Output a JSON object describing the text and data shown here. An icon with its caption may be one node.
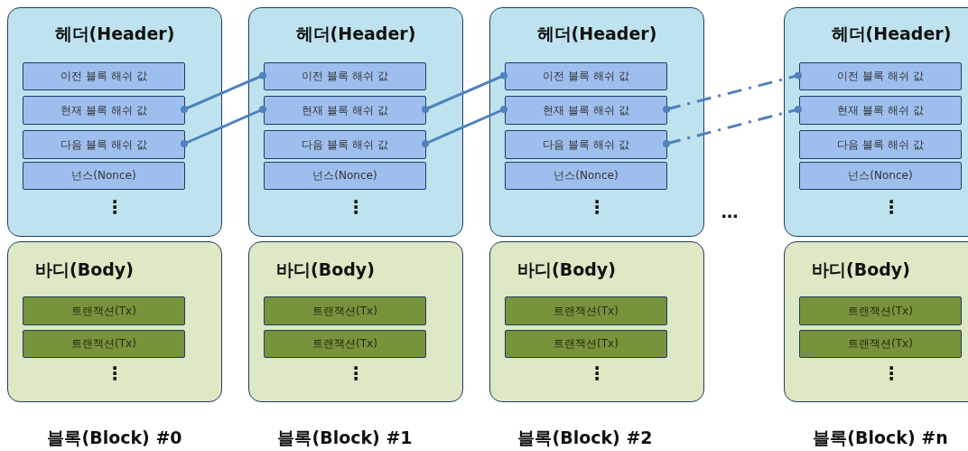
{
  "diagram": {
    "nodes": [
      {
        "text": [
          "헤더(Header)",
          "⋮"
        ]
      },
      {
        "text": [
          "이전 블록 해쉬 값"
        ],
        "in": 0
      },
      {
        "text": [
          "현재 블록 해쉬 값"
        ],
        "in": 0
      },
      {
        "text": [
          "다음 블록 해쉬 값"
        ],
        "in": 0
      },
      {
        "text": [
          "넌스(Nonce)"
        ],
        "in": 0
      },
      {
        "text": [
          "바디(Body)",
          "⋮"
        ]
      },
      {
        "text": [
          "트랜잭션(Tx)"
        ],
        "in": 5
      },
      {
        "text": [
          "트랜잭션(Tx)"
        ],
        "in": 5
      },
      {
        "text": [
          "헤더(Header)",
          "⋮"
        ]
      },
      {
        "text": [
          "이전 블록 해쉬 값"
        ],
        "in": 8
      },
      {
        "text": [
          "현재 블록 해쉬 값"
        ],
        "in": 8
      },
      {
        "text": [
          "다음 블록 해쉬 값"
        ],
        "in": 8
      },
      {
        "text": [
          "넌스(Nonce)"
        ],
        "in": 8
      },
      {
        "text": [
          "바디(Body)",
          "⋮"
        ]
      },
      {
        "text": [
          "트랜잭션(Tx)"
        ],
        "in": 13
      },
      {
        "text": [
          "트랜잭션(Tx)"
        ],
        "in": 13
      },
      {
        "text": [
          "헤더(Header)",
          "⋮"
        ]
      },
      {
        "text": [
          "이전 블록 해쉬 값"
        ],
        "in": 16
      },
      {
        "text": [
          "현재 블록 해쉬 값"
        ],
        "in": 16
      },
      {
        "text": [
          "다음 블록 해쉬 값"
        ],
        "in": 16
      },
      {
        "text": [
          "넌스(Nonce)"
        ],
        "in": 16
      },
      {
        "text": [
          "바디(Body)",
          "⋮"
        ]
      },
      {
        "text": [
          "트랜잭션(Tx)"
        ],
        "in": 21
      },
      {
        "text": [
          "트랜잭션(Tx)"
        ],
        "in": 21
      },
      {
        "text": [
          "헤더(Header)",
          "⋮"
        ]
      },
      {
        "text": [
          "이전 블록 해쉬 값"
        ],
        "in": 24
      },
      {
        "text": [
          "현재 블록 해쉬 값"
        ],
        "in": 24
      },
      {
        "text": [
          "다음 블록 해쉬 값"
        ],
        "in": 24
      },
      {
        "text": [
          "넌스(Nonce)"
        ],
        "in": 24
      },
      {
        "text": [
          "바디(Body)",
          "⋮"
        ]
      },
      {
        "text": [
          "트랜잭션(Tx)"
        ],
        "in": 29
      },
      {
        "text": [
          "트랜잭션(Tx)"
        ],
        "in": 29
      }
    ],
    "edges": [
      {
        "from": 2,
        "to": 9,
        "arrow": "other"
      },
      {
        "from": 3,
        "to": 10,
        "arrow": "other"
      },
      {
        "from": 10,
        "to": 17,
        "arrow": "other"
      },
      {
        "from": 11,
        "to": 18,
        "arrow": "other"
      },
      {
        "from": 18,
        "to": 25,
        "arrow": "other",
        "style": "dashed"
      },
      {
        "from": 19,
        "to": 26,
        "arrow": "other",
        "style": "dashed"
      }
    ],
    "labels": [
      "⋯",
      "블록(Block) #0",
      "블록(Block) #1",
      "블록(Block) #2",
      "블록(Block) #n"
    ]
  }
}
